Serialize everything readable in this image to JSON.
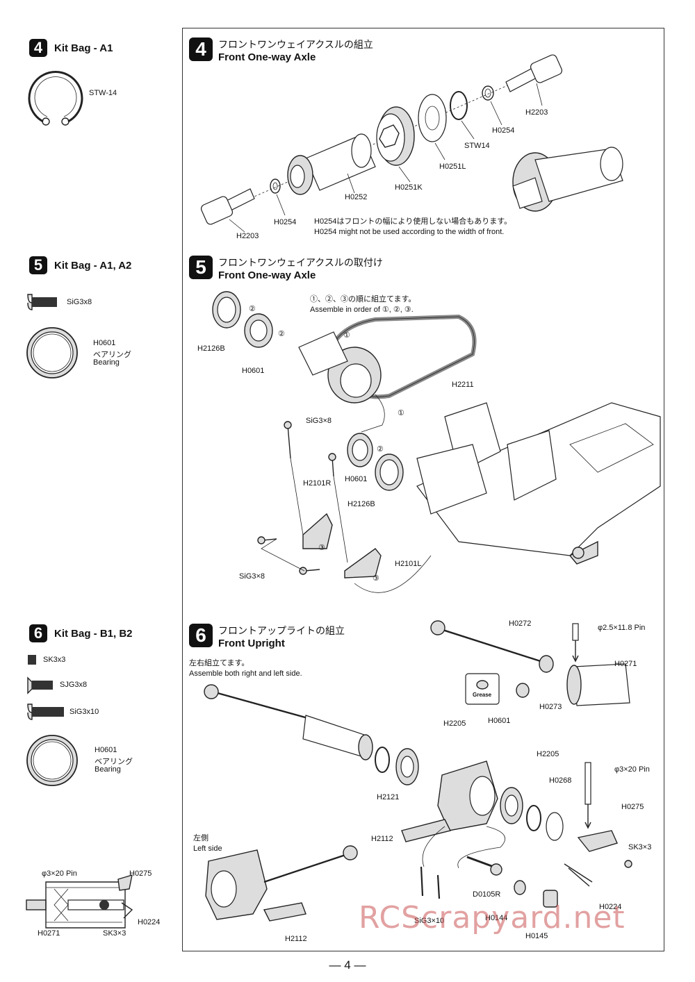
{
  "page_number": "— 4 —",
  "watermark": "RCScrapyard.net",
  "bags": [
    {
      "num": "4",
      "title": "Kit Bag - A1",
      "parts": [
        {
          "label": "STW-14"
        }
      ]
    },
    {
      "num": "5",
      "title": "Kit Bag - A1, A2",
      "parts": [
        {
          "label": "SiG3x8"
        },
        {
          "label": "H0601",
          "jp": "ベアリング",
          "en": "Bearing"
        }
      ]
    },
    {
      "num": "6",
      "title": "Kit Bag - B1, B2",
      "parts": [
        {
          "label": "SK3x3"
        },
        {
          "label": "SJG3x8"
        },
        {
          "label": "SiG3x10"
        },
        {
          "label": "H0601",
          "jp": "ベアリング",
          "en": "Bearing"
        }
      ]
    }
  ],
  "detail": {
    "pin": "φ3×20 Pin",
    "h0275": "H0275",
    "h0224": "H0224",
    "h0271": "H0271",
    "sk": "SK3×3"
  },
  "sections": [
    {
      "num": "4",
      "title_jp": "フロントワンウェイアクスルの組立",
      "title_en": "Front One-way Axle",
      "labels": {
        "h2203a": "H2203",
        "h0254a": "H0254",
        "stw14": "STW14",
        "h0251l": "H0251L",
        "h0251k": "H0251K",
        "h0252": "H0252",
        "h0254b": "H0254",
        "h2203b": "H2203"
      },
      "note_jp": "H0254はフロントの幅により使用しない場合もあります。",
      "note_en": "H0254 might not be used according to the width of front."
    },
    {
      "num": "5",
      "title_jp": "フロントワンウェイアクスルの取付け",
      "title_en": "Front One-way Axle",
      "note_jp": "①、②、③の順に組立てます。",
      "note_en": "Assemble in order of ①, ②, ③.",
      "labels": {
        "h2126b_a": "H2126B",
        "h0601_a": "H0601",
        "h2211": "H2211",
        "sig3x8_a": "SiG3×8",
        "h0601_b": "H0601",
        "h2101r": "H2101R",
        "h2126b_b": "H2126B",
        "h2101l": "H2101L",
        "sig3x8_b": "SiG3×8",
        "c1": "①",
        "c1b": "①",
        "c2": "②",
        "c2b": "②",
        "c2c": "②",
        "c3": "③",
        "c3b": "③"
      }
    },
    {
      "num": "6",
      "title_jp": "フロントアップライトの組立",
      "title_en": "Front Upright",
      "note_jp": "左右組立てます。",
      "note_en": "Assemble both right and left side.",
      "left_jp": "左側",
      "left_en": "Left side",
      "labels": {
        "h0272": "H0272",
        "pin25": "φ2.5×11.8 Pin",
        "h0271": "H0271",
        "grease": "Grease",
        "h0273": "H0273",
        "h2205a": "H2205",
        "h0601": "H0601",
        "h2205b": "H2205",
        "pin3": "φ3×20 Pin",
        "h0268": "H0268",
        "h2121": "H2121",
        "h0275": "H0275",
        "h2112a": "H2112",
        "sk3x3": "SK3×3",
        "d0105r": "D0105R",
        "h0224": "H0224",
        "sig3x10": "SiG3×10",
        "h0144": "H0144",
        "h0145": "H0145",
        "h2112b": "H2112"
      }
    }
  ]
}
